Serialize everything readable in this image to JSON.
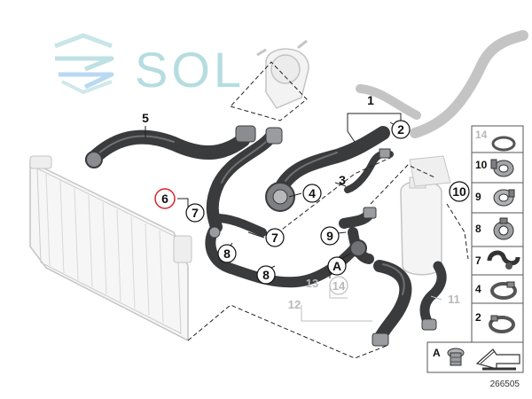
{
  "logo": {
    "text": "SOL",
    "color": "#b5dde0"
  },
  "diagram_number": "266505",
  "callouts": {
    "c1": "1",
    "c2": "2",
    "c3": "3",
    "c4": "4",
    "c5": "5",
    "c6": "6",
    "c7a": "7",
    "c7b": "7",
    "c8a": "8",
    "c8b": "8",
    "c9": "9",
    "c10": "10",
    "c11": "11",
    "c12": "12",
    "c13": "13",
    "c14": "14",
    "cA": "A"
  },
  "parts_panel": [
    {
      "label": "14",
      "muted": true
    },
    {
      "label": "10",
      "muted": false
    },
    {
      "label": "9",
      "muted": false
    },
    {
      "label": "8",
      "muted": false
    },
    {
      "label": "7",
      "muted": false
    },
    {
      "label": "4",
      "muted": false
    },
    {
      "label": "2",
      "muted": false
    },
    {
      "label": "A",
      "muted": false
    }
  ],
  "colors": {
    "hose": "#3a3b3d",
    "ghost": "#c4c4c4",
    "highlight_ring": "#d9242a",
    "panel_border": "#555555"
  }
}
